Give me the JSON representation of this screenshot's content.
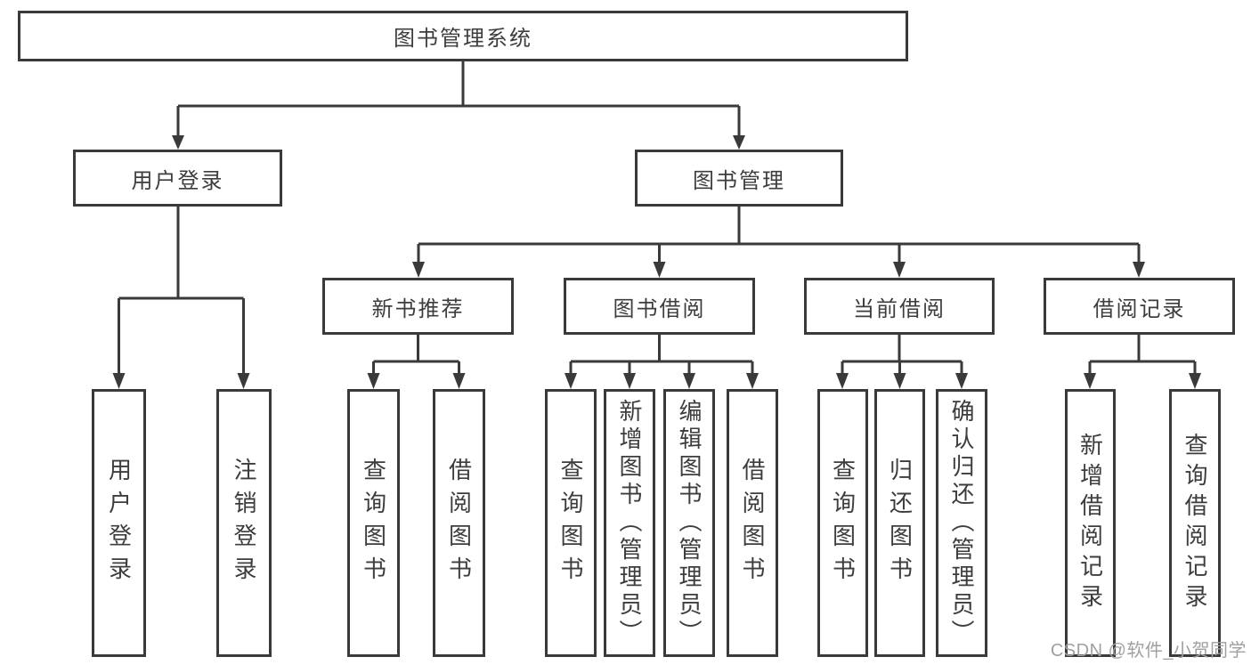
{
  "tree": {
    "label": "图书管理系统",
    "children": [
      {
        "label": "用户登录",
        "children": [
          {
            "label": "用户登录"
          },
          {
            "label": "注销登录"
          }
        ]
      },
      {
        "label": "图书管理",
        "children": [
          {
            "label": "新书推荐",
            "children": [
              {
                "label": "查询图书"
              },
              {
                "label": "借阅图书"
              }
            ]
          },
          {
            "label": "图书借阅",
            "children": [
              {
                "label": "查询图书"
              },
              {
                "label": "新增图书（管理员）"
              },
              {
                "label": "编辑图书（管理员）"
              },
              {
                "label": "借阅图书"
              }
            ]
          },
          {
            "label": "当前借阅",
            "children": [
              {
                "label": "查询图书"
              },
              {
                "label": "归还图书"
              },
              {
                "label": "确认归还（管理员）"
              }
            ]
          },
          {
            "label": "借阅记录",
            "children": [
              {
                "label": "新增借阅记录"
              },
              {
                "label": "查询借阅记录"
              }
            ]
          }
        ]
      }
    ]
  },
  "watermark": {
    "text": "CSDN @软件_小贺同学"
  },
  "colors": {
    "line": "#3a3a3a",
    "text": "#3d3d3d",
    "watermark": "#a0a0a0"
  }
}
